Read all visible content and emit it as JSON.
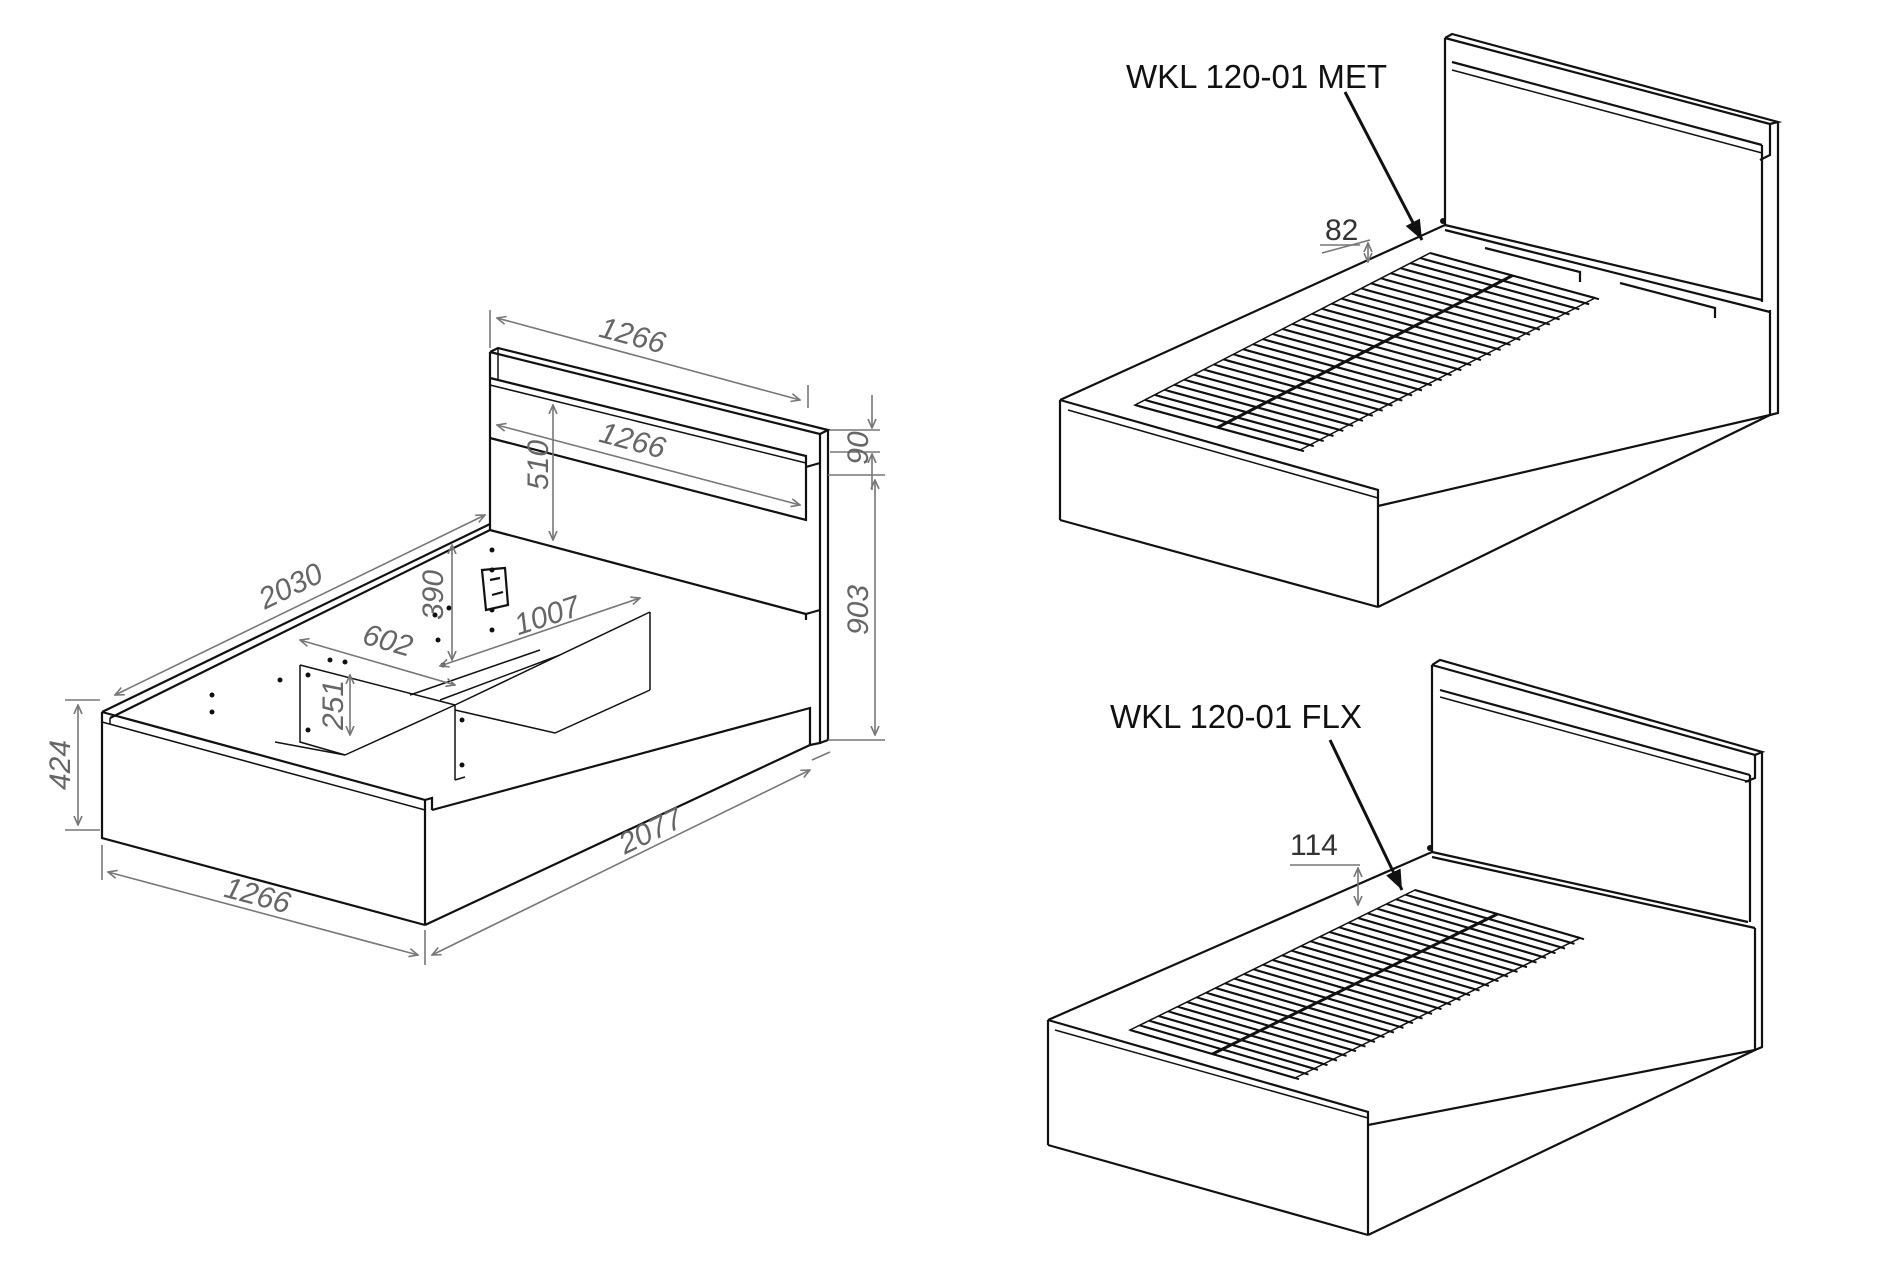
{
  "dimensions": {
    "headboard_width": "1266",
    "headboard_panel_width": "1266",
    "headboard_top_height": "90",
    "headboard_panel_height": "510",
    "total_height": "903",
    "inner_length": "2030",
    "divider_height": "390",
    "inner_spacing_1": "602",
    "inner_spacing_2": "1007",
    "storage_height": "251",
    "side_height": "424",
    "total_length": "2077",
    "front_width": "1266"
  },
  "variants": [
    {
      "label": "WKL 120-01 MET",
      "slat_gap": "82"
    },
    {
      "label": "WKL 120-01 FLX",
      "slat_gap": "114"
    }
  ]
}
